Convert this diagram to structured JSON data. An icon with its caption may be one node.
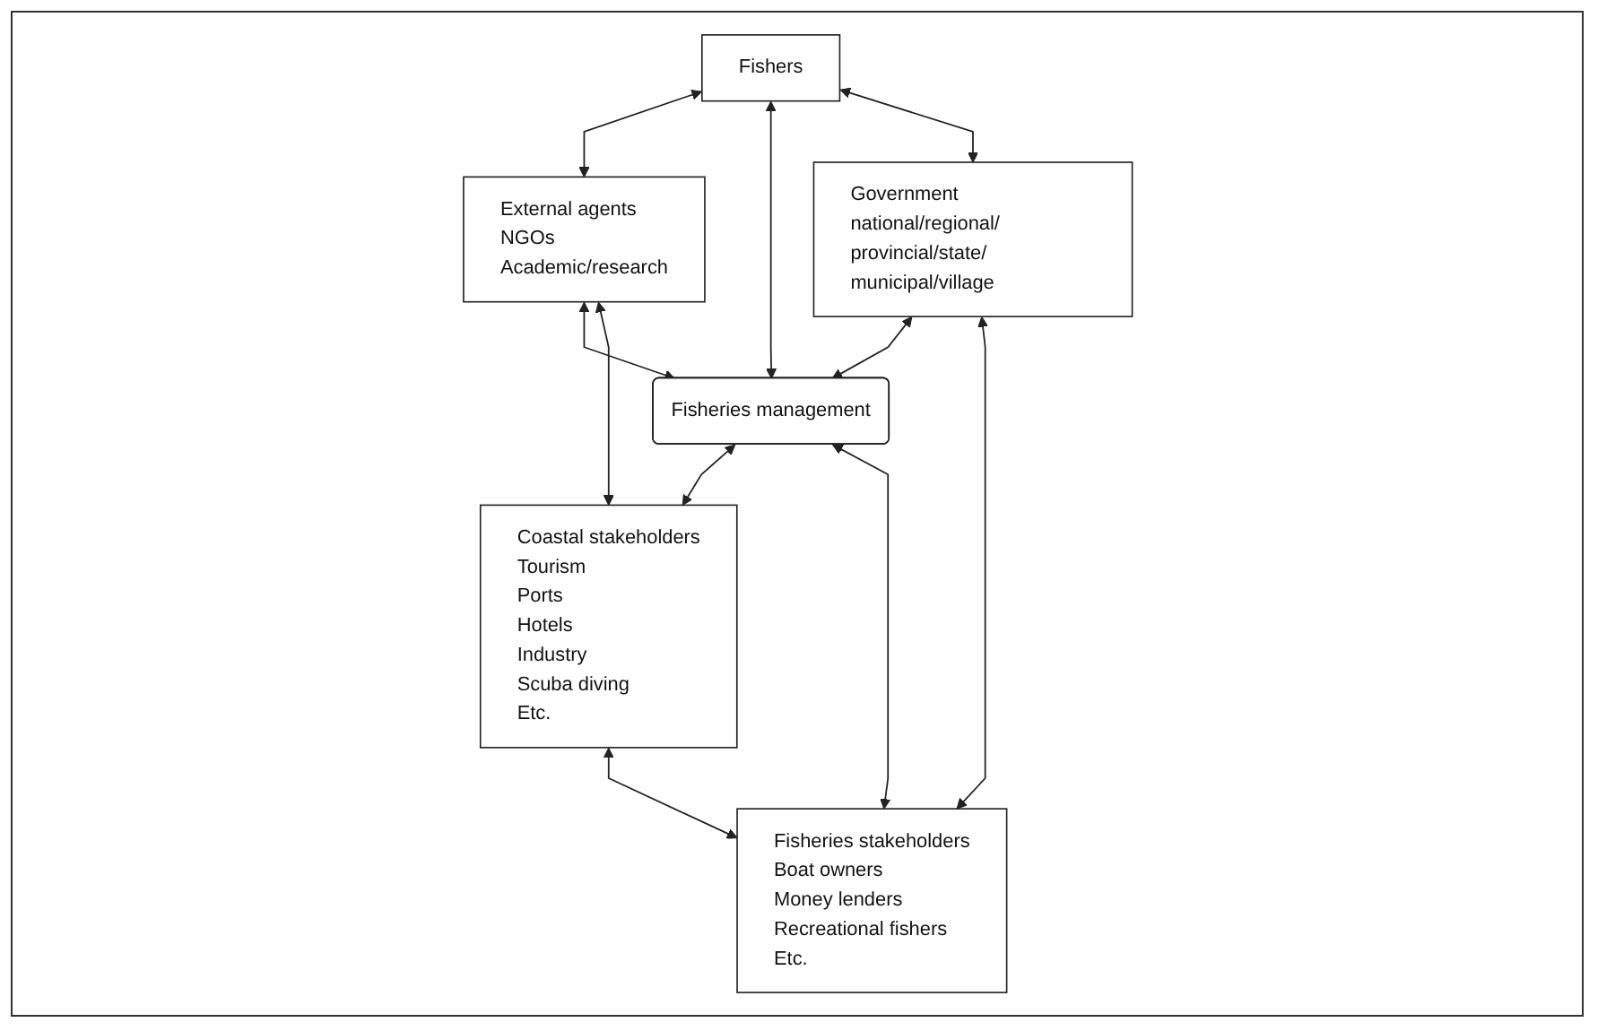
{
  "diagram": {
    "nodes": [
      {
        "text": [
          "Fishers"
        ]
      },
      {
        "text": [
          "External agents",
          "NGOs",
          "Academic/research"
        ]
      },
      {
        "text": [
          "Government",
          "national/regional/ provincial/state/ municipal/village"
        ]
      },
      {
        "text": [
          "Fisheries management"
        ]
      },
      {
        "text": [
          "Coastal stakeholders",
          "Tourism",
          "Ports",
          "Hotels",
          "Industry",
          "Scuba diving",
          "Etc."
        ]
      },
      {
        "text": [
          "Fisheries stakeholders",
          "Boat owners",
          "Money lenders",
          "Recreational fishers",
          "Etc."
        ]
      }
    ],
    "edges": [
      {
        "from": 0,
        "to": 1,
        "arrow": "both"
      },
      {
        "from": 0,
        "to": 3,
        "arrow": "both"
      },
      {
        "from": 0,
        "to": 2,
        "arrow": "both"
      },
      {
        "from": 1,
        "to": 3,
        "arrow": "both"
      },
      {
        "from": 2,
        "to": 3,
        "arrow": "both"
      },
      {
        "from": 1,
        "to": 4,
        "arrow": "both"
      },
      {
        "from": 2,
        "to": 5,
        "arrow": "both"
      },
      {
        "from": 3,
        "to": 4,
        "arrow": "both"
      },
      {
        "from": 3,
        "to": 5,
        "arrow": "both"
      },
      {
        "from": 4,
        "to": 5,
        "arrow": "both"
      }
    ]
  }
}
